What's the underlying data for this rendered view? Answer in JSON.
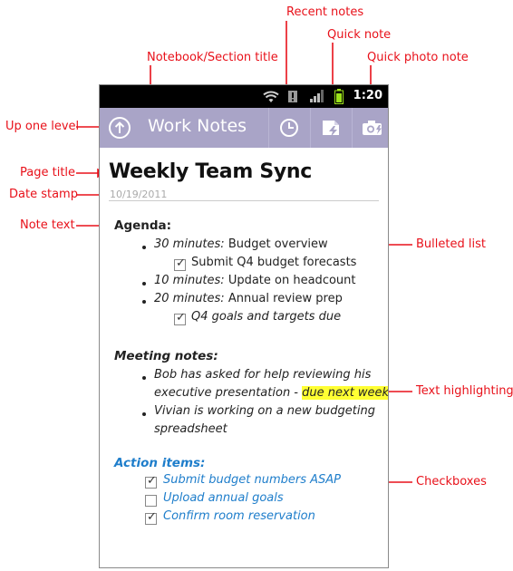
{
  "callouts": {
    "recent_notes": "Recent notes",
    "quick_note": "Quick note",
    "notebook_section_title": "Notebook/Section title",
    "quick_photo_note": "Quick photo note",
    "up_one_level": "Up one level",
    "page_title": "Page title",
    "date_stamp": "Date stamp",
    "note_text": "Note text",
    "bulleted_list": "Bulleted list",
    "text_highlighting": "Text highlighting",
    "checkboxes": "Checkboxes"
  },
  "status_bar": {
    "time": "1:20",
    "icons": [
      "wifi-icon",
      "alert-icon",
      "signal-icon",
      "battery-icon"
    ]
  },
  "action_bar": {
    "title": "Work Notes",
    "icons": [
      "up-arrow-icon",
      "clock-icon",
      "quick-note-icon",
      "camera-icon"
    ]
  },
  "page": {
    "title": "Weekly Team Sync",
    "date": "10/19/2011"
  },
  "note": {
    "agenda": {
      "heading": "Agenda:",
      "items": [
        {
          "duration": "30 minutes:",
          "text": " Budget overview"
        },
        {
          "task": "Submit Q4 budget forecasts",
          "checked": true
        },
        {
          "duration": "10 minutes:",
          "text": " Update on headcount"
        },
        {
          "duration": "20 minutes:",
          "text": " Annual review prep"
        },
        {
          "task": "Q4 goals and targets due",
          "checked": true
        }
      ]
    },
    "meeting_notes": {
      "heading": "Meeting notes:",
      "items": [
        {
          "line1": "Bob has asked for help reviewing his",
          "line2": "executive presentation - ",
          "highlight": "due next week"
        },
        {
          "line1": "Vivian is working on a new budgeting",
          "line2": "spreadsheet"
        }
      ]
    },
    "action_items": {
      "heading": "Action items:",
      "items": [
        {
          "label": "Submit budget numbers ASAP",
          "checked": true
        },
        {
          "label": "Upload annual goals",
          "checked": false
        },
        {
          "label": "Confirm room reservation",
          "checked": true
        }
      ]
    }
  },
  "colors": {
    "callout": "#e8111a",
    "action_bar": "#a9a4c7",
    "highlight": "#ffff33",
    "action_items_blue": "#1f7ecb"
  }
}
